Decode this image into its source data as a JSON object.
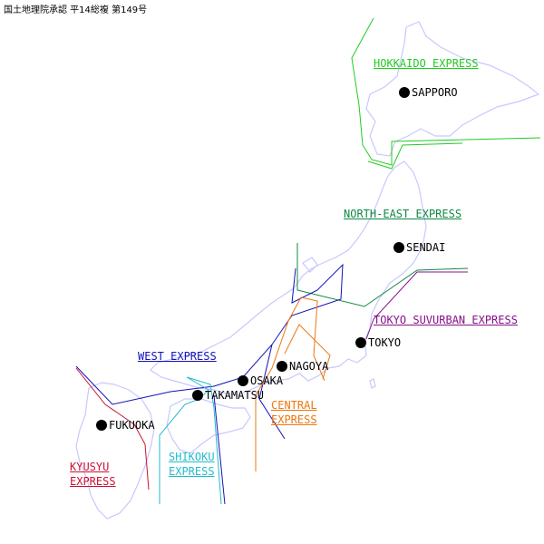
{
  "map": {
    "copyright": "国土地理院承認 平14総複 第149号",
    "land_color": "#c8c8ff",
    "cities": [
      {
        "id": "sapporo",
        "name": "SAPPORO"
      },
      {
        "id": "sendai",
        "name": "SENDAI"
      },
      {
        "id": "tokyo",
        "name": "TOKYO"
      },
      {
        "id": "nagoya",
        "name": "NAGOYA"
      },
      {
        "id": "osaka",
        "name": "OSAKA"
      },
      {
        "id": "takamatsu",
        "name": "TAKAMATSU"
      },
      {
        "id": "fukuoka",
        "name": "FUKUOKA"
      }
    ],
    "regions": [
      {
        "id": "hokkaido",
        "lines": [
          "HOKKAIDO EXPRESS"
        ],
        "color": "#22cc22"
      },
      {
        "id": "north-east",
        "lines": [
          "NORTH-EAST EXPRESS"
        ],
        "color": "#118844"
      },
      {
        "id": "tokyo-suburban",
        "lines": [
          "TOKYO SUVURBAN EXPRESS"
        ],
        "color": "#881188"
      },
      {
        "id": "west",
        "lines": [
          "WEST EXPRESS"
        ],
        "color": "#1111bb"
      },
      {
        "id": "central",
        "lines": [
          "CENTRAL",
          "EXPRESS"
        ],
        "color": "#ee7711"
      },
      {
        "id": "shikoku",
        "lines": [
          "SHIKOKU",
          "EXPRESS"
        ],
        "color": "#22bbcc"
      },
      {
        "id": "kyushu",
        "lines": [
          "KYUSYU",
          "EXPRESS"
        ],
        "color": "#cc1133"
      }
    ]
  }
}
